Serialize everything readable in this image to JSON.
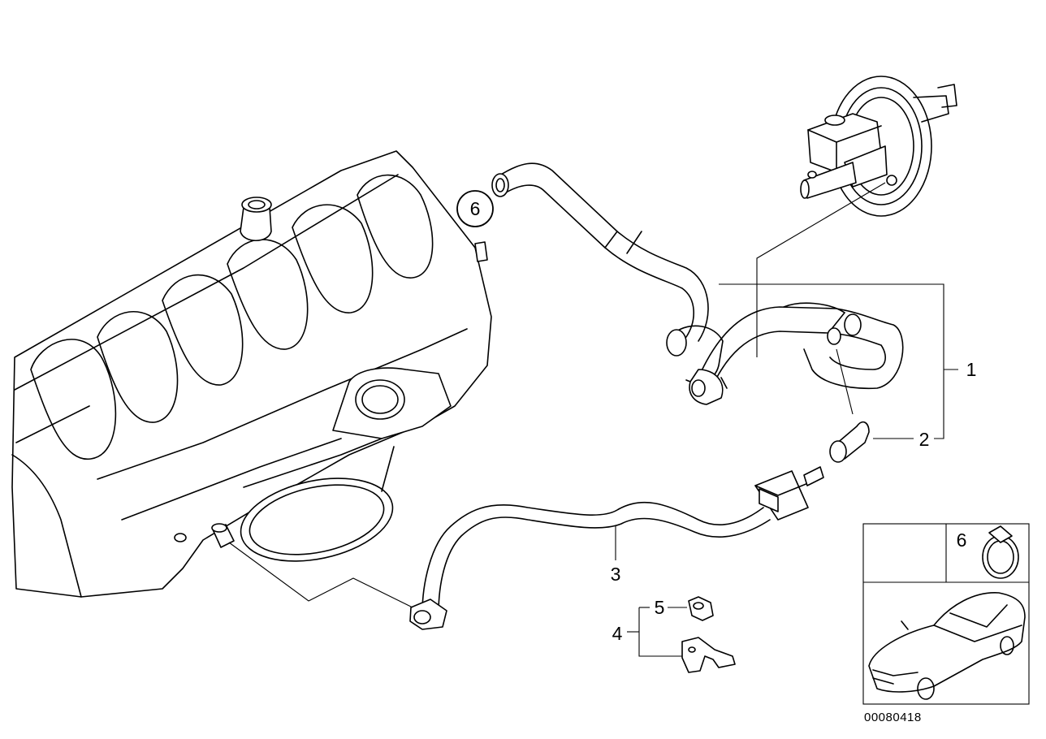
{
  "labels": {
    "part_1": "1",
    "part_2": "2",
    "part_3": "3",
    "part_4": "4",
    "part_5": "5",
    "part_6": "6",
    "inset_part": "6"
  },
  "reference_number": "00080418"
}
